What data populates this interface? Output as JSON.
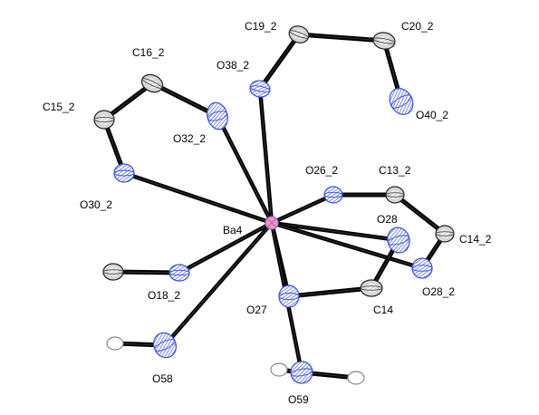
{
  "diagram": {
    "metal_color": "#e59ad6",
    "oxygen_color": "#3a4fd4",
    "carbon_color": "#d7d7d7",
    "hydrogen_color": "#ffffff",
    "bond_color": "#000000",
    "atoms": [
      {
        "id": "Ba4",
        "label": "Ba4",
        "element": "Ba"
      },
      {
        "id": "C19_2",
        "label": "C19_2",
        "element": "C"
      },
      {
        "id": "C20_2",
        "label": "C20_2",
        "element": "C"
      },
      {
        "id": "O40_2",
        "label": "O40_2",
        "element": "O"
      },
      {
        "id": "O38_2",
        "label": "O38_2",
        "element": "O"
      },
      {
        "id": "C16_2",
        "label": "C16_2",
        "element": "C"
      },
      {
        "id": "C15_2",
        "label": "C15_2",
        "element": "C"
      },
      {
        "id": "O32_2",
        "label": "O32_2",
        "element": "O"
      },
      {
        "id": "O30_2",
        "label": "O30_2",
        "element": "O"
      },
      {
        "id": "O26_2",
        "label": "O26_2",
        "element": "O"
      },
      {
        "id": "C13_2",
        "label": "C13_2",
        "element": "C"
      },
      {
        "id": "C14_2",
        "label": "C14_2",
        "element": "C"
      },
      {
        "id": "O28",
        "label": "O28",
        "element": "O"
      },
      {
        "id": "O28_2",
        "label": "O28_2",
        "element": "O"
      },
      {
        "id": "C14",
        "label": "C14",
        "element": "C"
      },
      {
        "id": "O27",
        "label": "O27",
        "element": "O"
      },
      {
        "id": "O18_2",
        "label": "O18_2",
        "element": "O"
      },
      {
        "id": "C18x",
        "label": "",
        "element": "C"
      },
      {
        "id": "O58",
        "label": "O58",
        "element": "O"
      },
      {
        "id": "H58",
        "label": "",
        "element": "H"
      },
      {
        "id": "O59",
        "label": "O59",
        "element": "O"
      },
      {
        "id": "H59a",
        "label": "",
        "element": "H"
      },
      {
        "id": "H59b",
        "label": "",
        "element": "H"
      }
    ],
    "bonds": [
      [
        "Ba4",
        "O38_2"
      ],
      [
        "Ba4",
        "O32_2"
      ],
      [
        "Ba4",
        "O30_2"
      ],
      [
        "Ba4",
        "O26_2"
      ],
      [
        "Ba4",
        "O28"
      ],
      [
        "Ba4",
        "O28_2"
      ],
      [
        "Ba4",
        "O27"
      ],
      [
        "Ba4",
        "O18_2"
      ],
      [
        "Ba4",
        "O58"
      ],
      [
        "Ba4",
        "O59"
      ],
      [
        "O38_2",
        "C19_2"
      ],
      [
        "C19_2",
        "C20_2"
      ],
      [
        "C20_2",
        "O40_2"
      ],
      [
        "O32_2",
        "C16_2"
      ],
      [
        "C16_2",
        "C15_2"
      ],
      [
        "C15_2",
        "O30_2"
      ],
      [
        "O26_2",
        "C13_2"
      ],
      [
        "C13_2",
        "C14_2"
      ],
      [
        "C14_2",
        "O28_2"
      ],
      [
        "O28",
        "C14"
      ],
      [
        "C14",
        "O27"
      ],
      [
        "O18_2",
        "C18x"
      ],
      [
        "O58",
        "H58"
      ],
      [
        "O59",
        "H59a"
      ],
      [
        "O59",
        "H59b"
      ]
    ]
  }
}
